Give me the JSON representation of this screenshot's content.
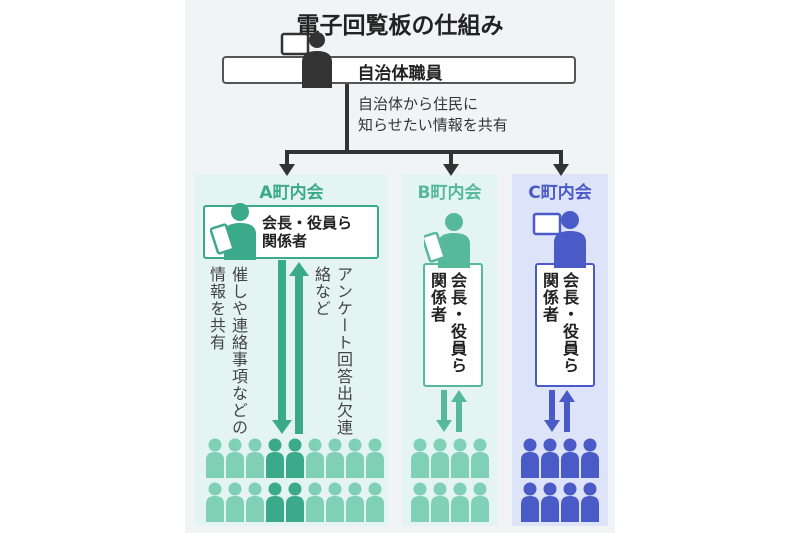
{
  "title": "電子回覧板の仕組み",
  "staff": {
    "label": "自治体職員"
  },
  "info_note": {
    "line1": "自治体から住民に",
    "line2": "知らせたい情報を共有"
  },
  "groups": [
    {
      "name": "A町内会",
      "box_line1": "会長・役員ら",
      "box_line2": "関係者",
      "down_note": "催しや連絡事項などの情報を共有",
      "up_note": "アンケート回答出欠連絡など",
      "color": "#3aaa8a"
    },
    {
      "name": "B町内会",
      "box_text": "会長・役員ら関係者",
      "color": "#56b99a"
    },
    {
      "name": "C町内会",
      "box_text": "会長・役員ら関係者",
      "color": "#4a5bc8"
    }
  ],
  "colors": {
    "green": "#3aaa8a",
    "light_green": "#7fd0b5",
    "blue": "#4a5bc8",
    "dark": "#333333"
  },
  "icons": [
    "person-icon",
    "tablet-icon",
    "residents-icon",
    "arrow-icon"
  ]
}
